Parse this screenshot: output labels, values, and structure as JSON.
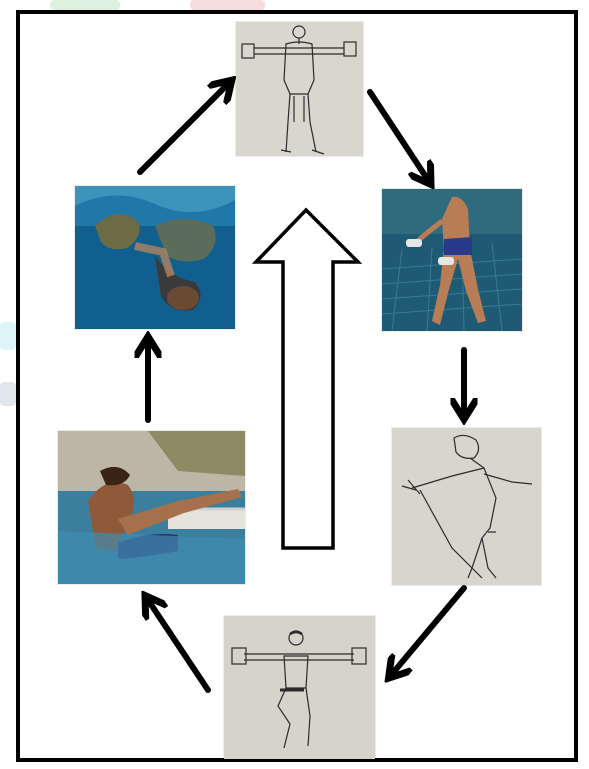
{
  "diagram": {
    "kind": "exercise-cycle",
    "background_color": "#ffffff",
    "frame_color": "#000000",
    "arrow_color": "#000000",
    "center_arrow": {
      "direction": "up",
      "fill": "#ffffff",
      "stroke": "#000000"
    },
    "steps": [
      {
        "id": "top",
        "image": "sketch-man-arms-extended-weights",
        "style": "pencil-sketch"
      },
      {
        "id": "right-upper",
        "image": "photo-man-walking-in-pool-with-dumbbells",
        "style": "photo",
        "colors": [
          "#1d4f66",
          "#2a6d87",
          "#c58a5e"
        ]
      },
      {
        "id": "right-lower",
        "image": "sketch-woman-arm-exercise-with-band",
        "style": "pencil-sketch"
      },
      {
        "id": "bottom",
        "image": "sketch-man-leg-raise-with-weights",
        "style": "pencil-sketch"
      },
      {
        "id": "left-lower",
        "image": "photo-woman-stretching-legs-at-pool-edge",
        "style": "photo",
        "colors": [
          "#3f86a8",
          "#c9c2b2",
          "#8a5a3a"
        ]
      },
      {
        "id": "left-upper",
        "image": "photo-swimmer-tucked-underwater",
        "style": "photo",
        "colors": [
          "#0f5f8f",
          "#2b8fc0",
          "#6b7a4f"
        ]
      }
    ],
    "flow": "clockwise"
  }
}
